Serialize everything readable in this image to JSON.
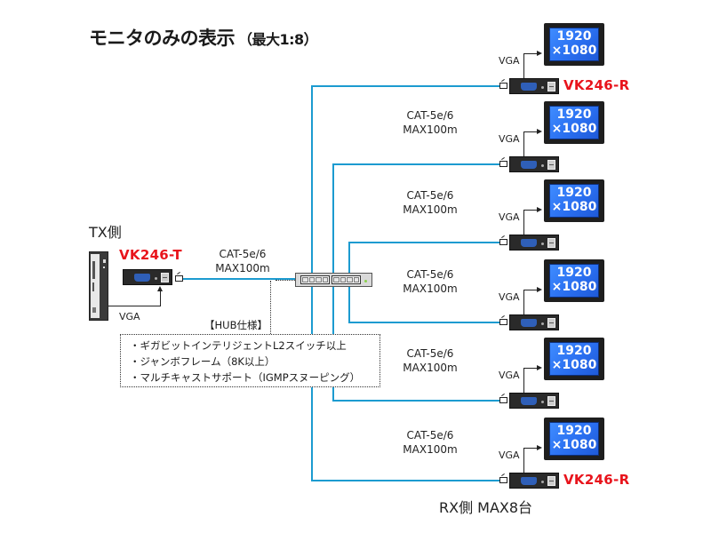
{
  "title": {
    "main": "モニタのみの表示",
    "sub": "（最大1:8）"
  },
  "tx": {
    "side_label": "TX側",
    "model": "VK246-T",
    "vga_label": "VGA",
    "cable_label": [
      "CAT-5e/6",
      "MAX100m"
    ]
  },
  "hub": {
    "spec_title": "【HUB仕様】",
    "specs": [
      "・ギガビットインテリジェントL2スイッチ以上",
      "・ジャンボフレーム（8K以上）",
      "・マルチキャストサポート（IGMPスヌーピング）"
    ]
  },
  "rx": {
    "side_label": "RX側  MAX8台",
    "receivers": [
      {
        "model": "VK246-R",
        "vga_label": "VGA",
        "monitor": [
          "1920",
          "×1080"
        ]
      },
      {
        "model": "",
        "vga_label": "VGA",
        "monitor": [
          "1920",
          "×1080"
        ]
      },
      {
        "model": "",
        "vga_label": "VGA",
        "monitor": [
          "1920",
          "×1080"
        ]
      },
      {
        "model": "",
        "vga_label": "VGA",
        "monitor": [
          "1920",
          "×1080"
        ]
      },
      {
        "model": "",
        "vga_label": "VGA",
        "monitor": [
          "1920",
          "×1080"
        ]
      },
      {
        "model": "VK246-R",
        "vga_label": "VGA",
        "monitor": [
          "1920",
          "×1080"
        ]
      }
    ],
    "cable_labels": [
      [
        "CAT-5e/6",
        "MAX100m"
      ],
      [
        "CAT-5e/6",
        "MAX100m"
      ],
      [
        "CAT-5e/6",
        "MAX100m"
      ],
      [
        "CAT-5e/6",
        "MAX100m"
      ],
      [
        "CAT-5e/6",
        "MAX100m"
      ]
    ]
  },
  "colors": {
    "cable": "#1c9bd0",
    "model_label": "#e8141c",
    "screen": "#2a6ff0"
  }
}
